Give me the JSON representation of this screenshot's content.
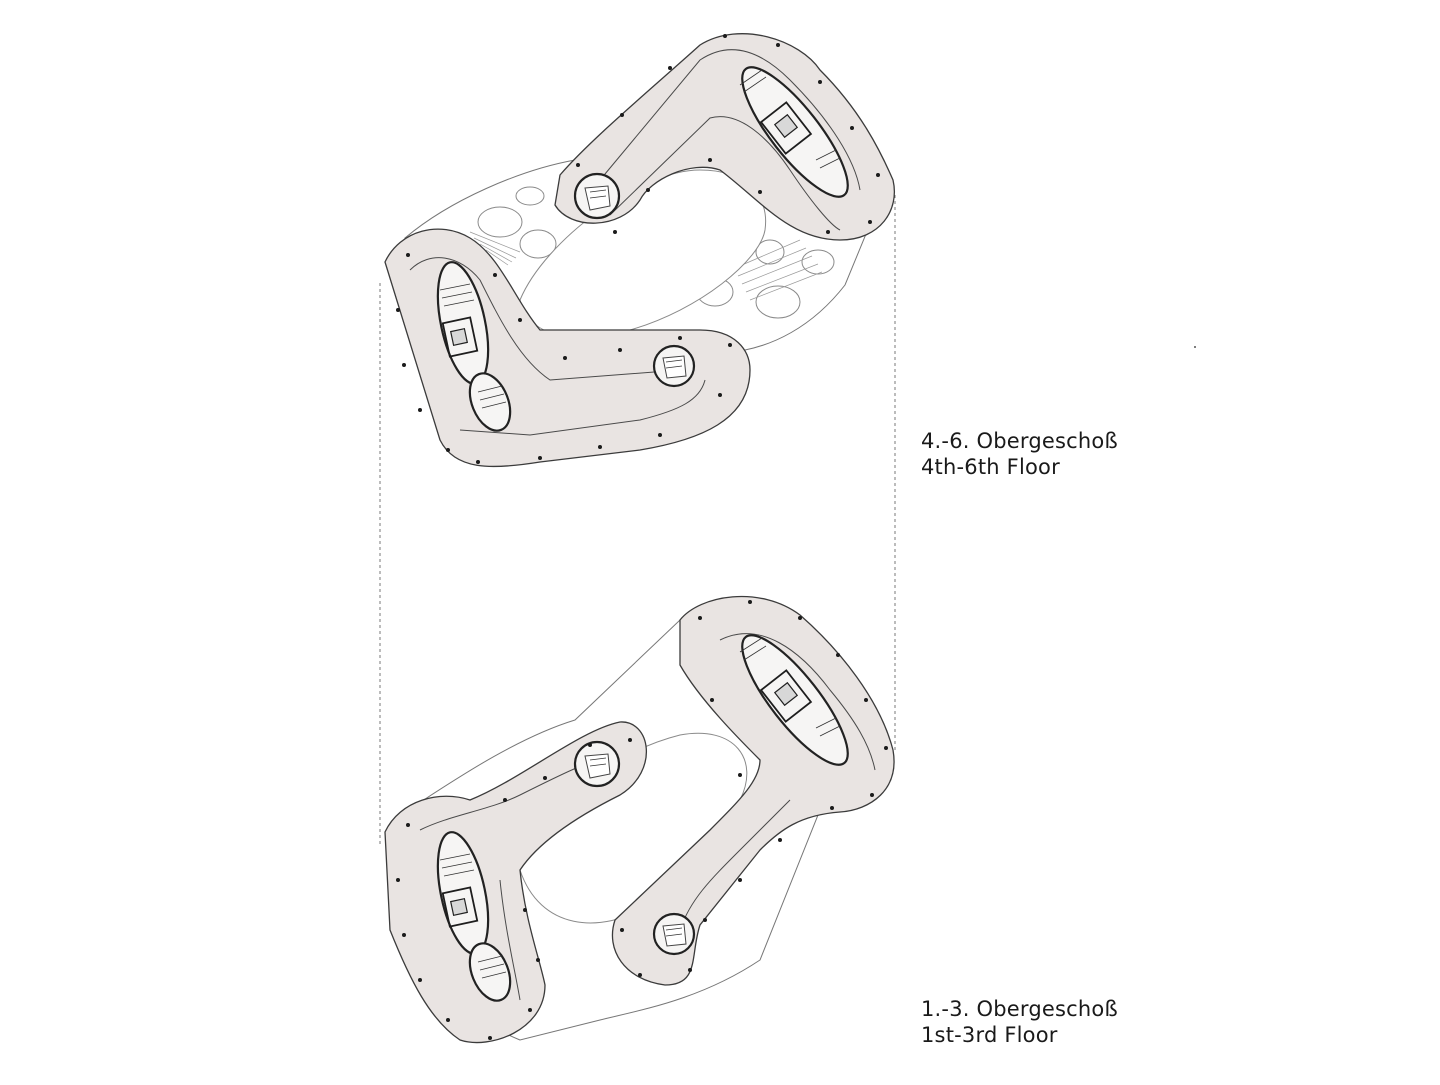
{
  "floors": [
    {
      "id": "upper",
      "label_de": "4.-6. Obergeschoß",
      "label_en": "4th-6th Floor"
    },
    {
      "id": "lower",
      "label_de": "1.-3. Obergeschoß",
      "label_en": "1st-3rd Floor"
    }
  ],
  "colors": {
    "band_fill": "#e9e4e2",
    "background": "#ffffff",
    "line": "#3b3b3b"
  }
}
